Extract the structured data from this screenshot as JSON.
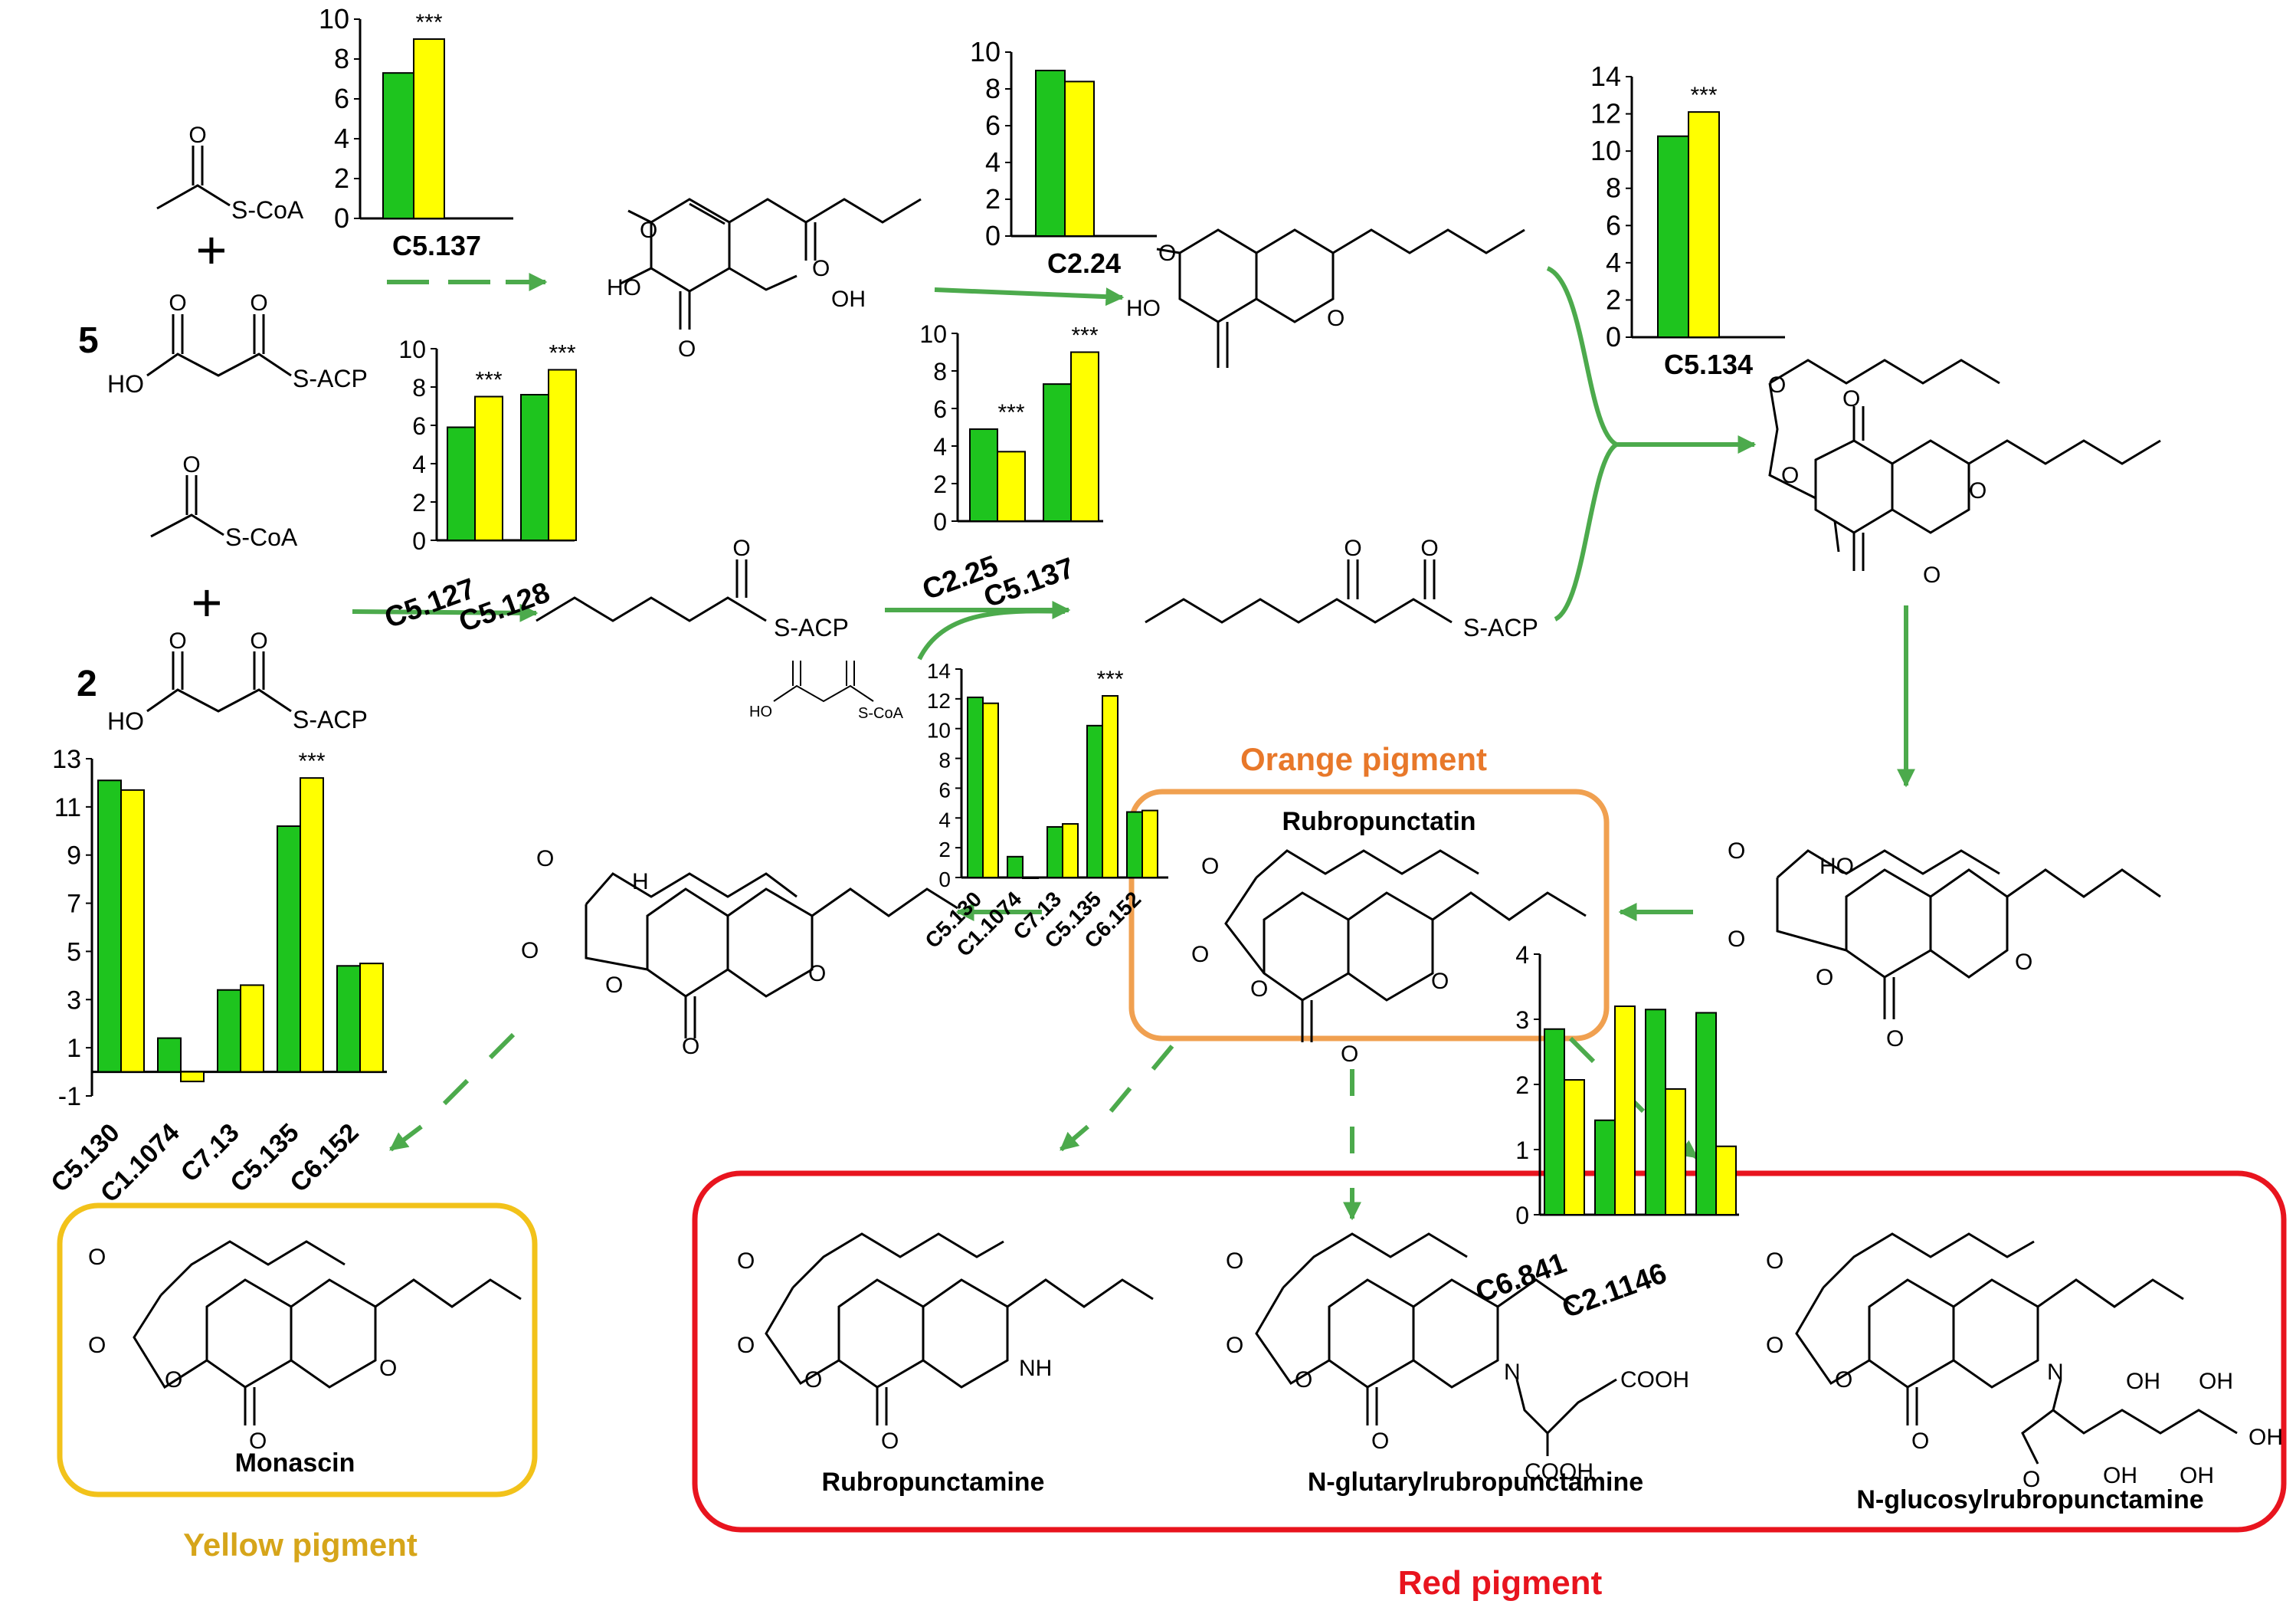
{
  "colors": {
    "green": "#1ec41e",
    "yellow": "#ffff00",
    "arrow": "#4caa4c",
    "orange_box": "#f0a050",
    "orange_text": "#e8782a",
    "red_box": "#e8141e",
    "red_text": "#e8141e",
    "yellow_box": "#f2c21a",
    "yellow_text": "#d6a51a"
  },
  "chemistry": {
    "s_coa": "S-CoA",
    "s_acp": "S-ACP",
    "ho": "HO",
    "oh": "OH",
    "nh": "NH",
    "n": "N",
    "h": "H",
    "o": "O",
    "cooh": "COOH",
    "plus": "+",
    "count_5": "5",
    "count_2": "2"
  },
  "pigments": {
    "orange": "Orange pigment",
    "yellow": "Yellow pigment",
    "red": "Red pigment"
  },
  "compounds": {
    "rubropunctatin": "Rubropunctatin",
    "monascin": "Monascin",
    "rubropunctamine": "Rubropunctamine",
    "glutaryl": "N-glutarylrubropunctamine",
    "glucosyl": "N-glucosylrubropunctamine"
  },
  "gene_labels": {
    "c5_127": "C5.127",
    "c5_128": "C5.128",
    "c2_25": "C2.25",
    "c5_137": "C5.137"
  },
  "significance": "***",
  "chart_data": [
    {
      "id": "chart-c5137",
      "type": "bar",
      "categories": [
        "C5.137"
      ],
      "series": [
        {
          "color": "green",
          "values": [
            7.3
          ]
        },
        {
          "color": "yellow",
          "values": [
            9.0
          ]
        }
      ],
      "ylim": [
        0,
        10
      ],
      "yticks": [
        0,
        2,
        4,
        6,
        8,
        10
      ],
      "significant": [
        true
      ],
      "grid": false
    },
    {
      "id": "chart-c224",
      "type": "bar",
      "categories": [
        "C2.24"
      ],
      "series": [
        {
          "color": "green",
          "values": [
            9.0
          ]
        },
        {
          "color": "yellow",
          "values": [
            8.4
          ]
        }
      ],
      "ylim": [
        0,
        10
      ],
      "yticks": [
        0,
        2,
        4,
        6,
        8,
        10
      ],
      "significant": [
        false
      ],
      "grid": false
    },
    {
      "id": "chart-c5134",
      "type": "bar",
      "categories": [
        "C5.134"
      ],
      "series": [
        {
          "color": "green",
          "values": [
            10.8
          ]
        },
        {
          "color": "yellow",
          "values": [
            12.1
          ]
        }
      ],
      "ylim": [
        0,
        14
      ],
      "yticks": [
        0,
        2,
        4,
        6,
        8,
        10,
        12,
        14
      ],
      "significant": [
        true
      ],
      "grid": false
    },
    {
      "id": "chart-c5127",
      "type": "bar",
      "categories": [
        "C5.127",
        "C5.128"
      ],
      "series": [
        {
          "color": "green",
          "values": [
            5.9,
            7.6
          ]
        },
        {
          "color": "yellow",
          "values": [
            7.5,
            8.9
          ]
        }
      ],
      "ylim": [
        0,
        10
      ],
      "yticks": [
        0,
        2,
        4,
        6,
        8,
        10
      ],
      "significant": [
        true,
        true
      ],
      "grid": false
    },
    {
      "id": "chart-c225",
      "type": "bar",
      "categories": [
        "C2.25",
        "C5.137"
      ],
      "series": [
        {
          "color": "green",
          "values": [
            4.9,
            7.3
          ]
        },
        {
          "color": "yellow",
          "values": [
            3.7,
            9.0
          ]
        }
      ],
      "ylim": [
        0,
        10
      ],
      "yticks": [
        0,
        2,
        4,
        6,
        8,
        10
      ],
      "significant": [
        true,
        true
      ],
      "grid": false
    },
    {
      "id": "chart-left",
      "type": "bar",
      "categories": [
        "C5.130",
        "C1.1074",
        "C7.13",
        "C5.135",
        "C6.152"
      ],
      "series": [
        {
          "color": "green",
          "values": [
            12.1,
            1.4,
            3.4,
            10.2,
            4.4
          ]
        },
        {
          "color": "yellow",
          "values": [
            11.7,
            -0.4,
            3.6,
            12.2,
            4.5
          ]
        }
      ],
      "ylim": [
        -1,
        13
      ],
      "yticks": [
        -1,
        1,
        3,
        5,
        7,
        9,
        11,
        13
      ],
      "significant": [
        false,
        false,
        false,
        true,
        false
      ],
      "grid": false
    },
    {
      "id": "chart-mid",
      "type": "bar",
      "categories": [
        "C5.130",
        "C1.1074",
        "C7.13",
        "C5.135",
        "C6.152"
      ],
      "series": [
        {
          "color": "green",
          "values": [
            12.1,
            1.4,
            3.4,
            10.2,
            4.4
          ]
        },
        {
          "color": "yellow",
          "values": [
            11.7,
            0,
            3.6,
            12.2,
            4.5
          ]
        }
      ],
      "ylim": [
        0,
        14
      ],
      "yticks": [
        0,
        2,
        4,
        6,
        8,
        10,
        12,
        14
      ],
      "significant": [
        false,
        false,
        false,
        true,
        false
      ],
      "grid": false
    },
    {
      "id": "chart-red",
      "type": "bar",
      "categories": [
        "C6.841",
        "C2.1146"
      ],
      "series": [
        {
          "color": "green",
          "values": [
            2.85,
            3.15
          ]
        },
        {
          "color": "yellow",
          "values": [
            2.07,
            1.93
          ]
        }
      ],
      "extra_pairs": [
        {
          "green": 1.45,
          "yellow": 3.2
        },
        {
          "green": 3.1,
          "yellow": 1.05
        }
      ],
      "ylim": [
        0,
        4
      ],
      "yticks": [
        0,
        1,
        2,
        3,
        4
      ],
      "significant": [
        false,
        false
      ],
      "grid": false
    }
  ]
}
